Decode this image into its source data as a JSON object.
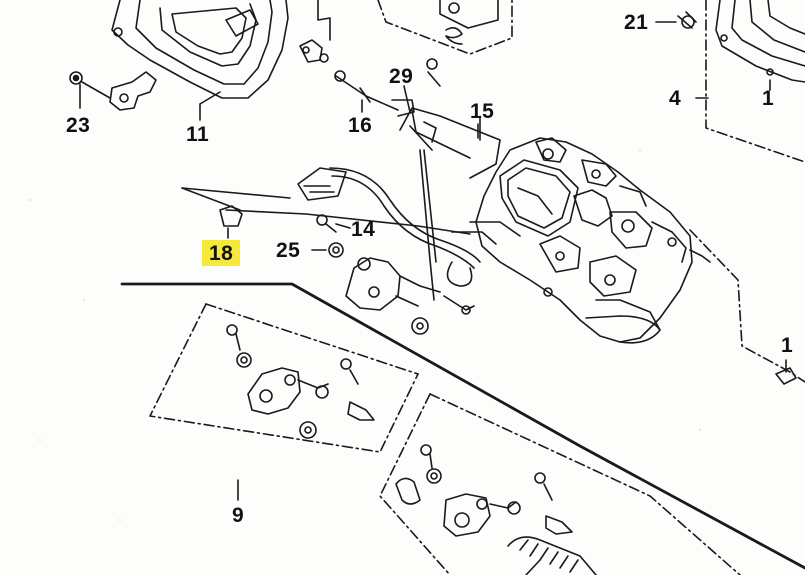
{
  "diagram": {
    "highlight_color": "#f7e93a",
    "ink_color": "#1a1a1a",
    "highlighted_label": "18",
    "callouts": {
      "c1_top_right": "1",
      "c1_right_edge": "1",
      "c4": "4",
      "c9": "9",
      "c11": "11",
      "c14": "14",
      "c15": "15",
      "c16": "16",
      "c18": "18",
      "c21": "21",
      "c23": "23",
      "c25": "25",
      "c29": "29"
    }
  }
}
